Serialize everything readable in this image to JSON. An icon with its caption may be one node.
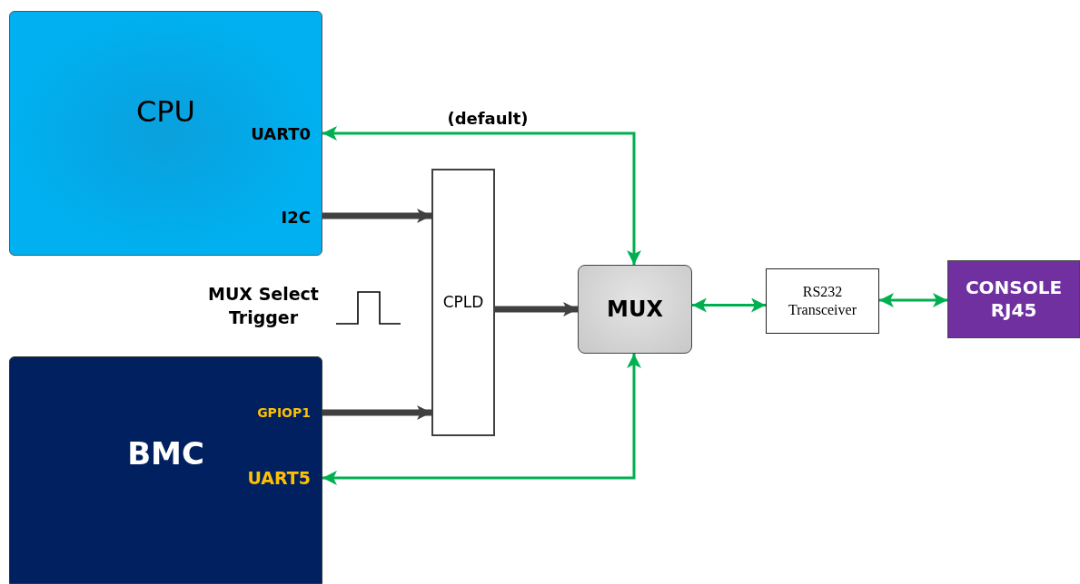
{
  "diagram": {
    "nodes": [
      {
        "text": [
          "CPU"
        ]
      },
      {
        "text": [
          "UART0"
        ],
        "in": 0
      },
      {
        "text": [
          "I2C"
        ],
        "in": 0
      },
      {
        "text": [
          "BMC"
        ]
      },
      {
        "text": [
          "GPIOP1"
        ],
        "in": 3
      },
      {
        "text": [
          "UART5"
        ],
        "in": 3
      },
      {
        "text": [
          "CPLD"
        ]
      },
      {
        "text": [
          "MUX"
        ]
      },
      {
        "text": [
          "RS232 Transceiver"
        ]
      },
      {
        "text": [
          "CONSOLE RJ45"
        ]
      }
    ],
    "edges": [
      {
        "from": 7,
        "to": 1,
        "arrow": "both",
        "label": "(default)"
      },
      {
        "from": 2,
        "to": 6,
        "arrow": "to",
        "style": "thick",
        "color": "#404040"
      },
      {
        "from": 4,
        "to": 6,
        "arrow": "to",
        "style": "thick",
        "color": "#404040"
      },
      {
        "from": 6,
        "to": 7,
        "arrow": "to",
        "style": "thick",
        "color": "#404040"
      },
      {
        "from": 7,
        "to": 5,
        "arrow": "both"
      },
      {
        "from": 7,
        "to": 8,
        "arrow": "both"
      },
      {
        "from": 8,
        "to": 9,
        "arrow": "both"
      }
    ],
    "labels": [
      "MUX Select Trigger"
    ]
  }
}
